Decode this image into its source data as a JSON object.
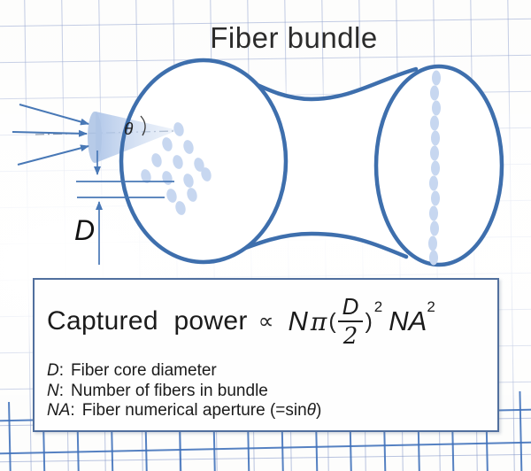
{
  "title": "Fiber bundle",
  "diagram": {
    "theta_label": "θ",
    "d_label": "D"
  },
  "formula_box": {
    "lhs": "Captured power",
    "proportional": "∝",
    "rhs": {
      "n": "N",
      "pi": "π",
      "paren_open": "(",
      "frac_numerator": "D",
      "frac_denominator": "2",
      "paren_close": ")",
      "exponent": "2",
      "na": "NA",
      "na_exponent": "2"
    },
    "definitions": [
      {
        "term": "D",
        "sep": ":",
        "desc_pre": "Fiber core diameter",
        "theta": "",
        "desc_post": ""
      },
      {
        "term": "N",
        "sep": ":",
        "desc_pre": "Number of fibers in bundle",
        "theta": "",
        "desc_post": ""
      },
      {
        "term": "NA",
        "sep": ":",
        "desc_pre": "Fiber numerical aperture (=sin",
        "theta": "θ",
        "desc_post": ")"
      }
    ]
  },
  "colors": {
    "outline_blue": "#3e6fad",
    "fiber_dot_blue": "#c7d7f0",
    "accent_line_blue": "#4878b6",
    "grid_light": "#b9c5e2",
    "grid_strong": "#3e70ba",
    "box_border": "#516f9e",
    "text_dark": "#1b1b1b"
  }
}
